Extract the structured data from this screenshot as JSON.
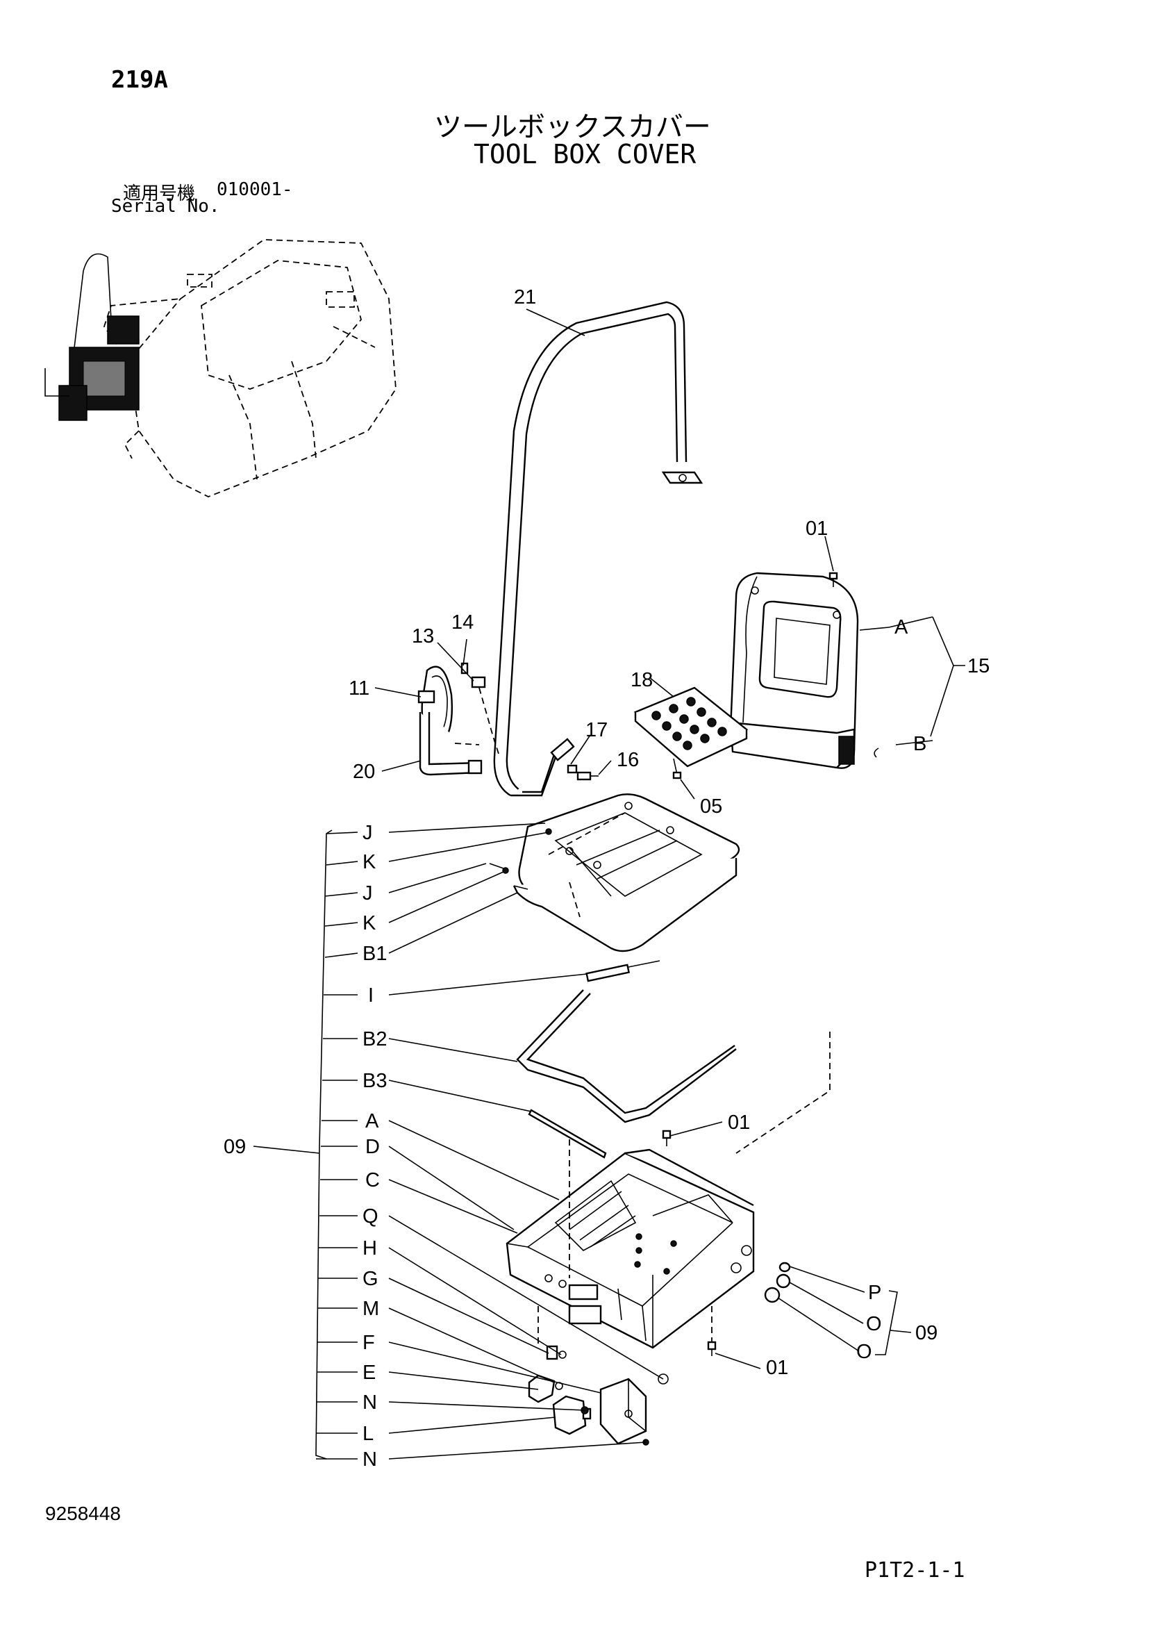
{
  "header": {
    "page_code": "219A",
    "title_ja": "ツールボックスカバー",
    "title_en": "TOOL BOX COVER",
    "serial_label_ja": "適用号機",
    "serial_range": "010001-",
    "serial_label_en": "Serial No."
  },
  "callouts": {
    "p21": "21",
    "p01_top": "01",
    "pA_top": "A",
    "p15": "15",
    "pB_top": "B",
    "p14": "14",
    "p13": "13",
    "p11": "11",
    "p18": "18",
    "p17": "17",
    "p16": "16",
    "p20": "20",
    "p05": "05",
    "p01_mid": "01",
    "p09_left": "09",
    "p01_bottom": "01",
    "pP": "P",
    "pO1": "O",
    "pO2": "O",
    "p09_right": "09"
  },
  "sub_parts": [
    "J",
    "K",
    "J",
    "K",
    "B1",
    "I",
    "B2",
    "B3",
    "A",
    "D",
    "C",
    "Q",
    "H",
    "G",
    "M",
    "F",
    "E",
    "N",
    "L",
    "N"
  ],
  "footer": {
    "drawing_no": "9258448",
    "sheet_ref": "P1T2-1-1"
  }
}
